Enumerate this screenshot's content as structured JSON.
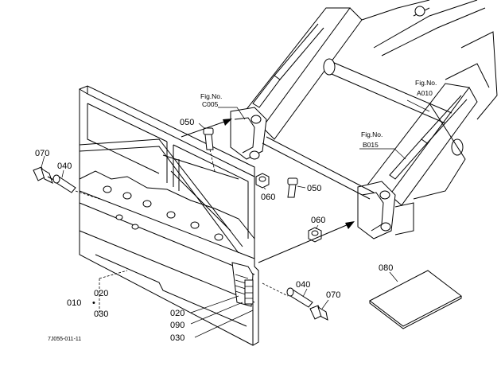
{
  "parts": {
    "p010": "010",
    "p020a": "020",
    "p030a": "030",
    "p020b": "020",
    "p090": "090",
    "p030b": "030",
    "p040a": "040",
    "p070a": "070",
    "p050a": "050",
    "p060a": "060",
    "p050b": "050",
    "p060b": "060",
    "p040b": "040",
    "p070b": "070",
    "p080": "080"
  },
  "refs": {
    "c005_fig": "Fig.No.",
    "c005_code": "C005",
    "a010_fig": "Fig.No.",
    "a010_code": "A010",
    "b015_fig": "Fig.No.",
    "b015_code": "B015"
  },
  "drawing_code": "7J055-011-11"
}
